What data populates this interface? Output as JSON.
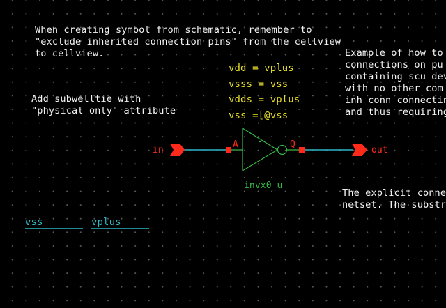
{
  "notes": {
    "symbol_note": [
      "When creating symbol from schematic, remember to",
      "\"exclude inherited connection pins\" from the cellview",
      "to cellview."
    ],
    "subwelltie_note": [
      "Add subwelltie with",
      "\"physical only\" attribute"
    ],
    "example_note": [
      "Example of how to",
      "connections on pu",
      "containing scu dev",
      "with no other com",
      "inh conn connectin",
      "and thus requiring"
    ],
    "explicit_note": [
      "The explicit connec",
      "netset. The substro"
    ]
  },
  "netset": {
    "lines": [
      "vdd = vplus",
      "vsss = vss",
      "vdds = vplus",
      "vss =[@vss"
    ]
  },
  "pins": {
    "input_label": "in",
    "output_label": "out"
  },
  "inverter": {
    "instance_name": "invx0_u",
    "input_terminal": "A",
    "output_terminal": "Q"
  },
  "wire_labels": {
    "left": "vss",
    "right": "vplus"
  },
  "colors": {
    "background": "#000000",
    "grid_dot": "#5a5a5a",
    "note_text": "#f2f2f2",
    "netset_text": "#e8df2a",
    "wire": "#2eb8c8",
    "instance": "#37b848",
    "pin": "#ff2a1a"
  }
}
